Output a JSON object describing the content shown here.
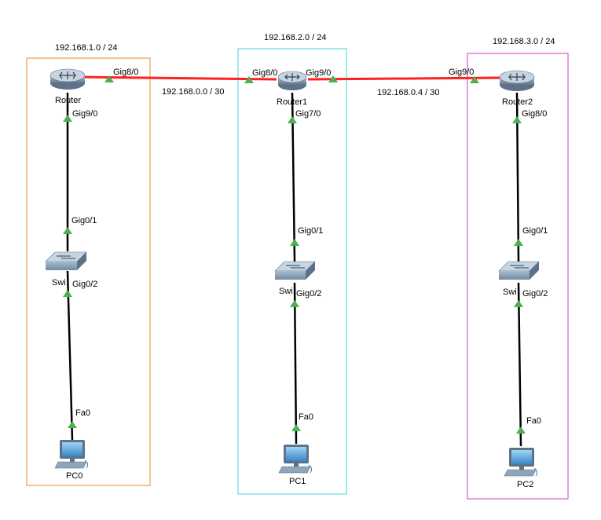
{
  "networks": {
    "lan_left": "192.168.1.0 / 24",
    "lan_mid": "192.168.2.0 / 24",
    "lan_right": "192.168.3.0 / 24",
    "wan_left": "192.168.0.0 / 30",
    "wan_right": "192.168.0.4 / 30"
  },
  "devices": {
    "router0": "Router",
    "router1": "Router1",
    "router2": "Router2",
    "switch0": "Swi",
    "switch1": "Swi",
    "switch2": "Swi",
    "pc0": "PC0",
    "pc1": "PC1",
    "pc2": "PC2"
  },
  "ports": {
    "r0_gig80": "Gig8/0",
    "r0_gig90": "Gig9/0",
    "r1_gig80": "Gig8/0",
    "r1_gig90": "Gig9/0",
    "r1_gig70": "Gig7/0",
    "r2_gig90": "Gig9/0",
    "r2_gig80": "Gig8/0",
    "s0_gig01": "Gig0/1",
    "s0_gig02": "Gig0/2",
    "s1_gig01": "Gig0/1",
    "s1_gig02": "Gig0/2",
    "s2_gig01": "Gig0/1",
    "s2_gig02": "Gig0/2",
    "pc0_fa0": "Fa0",
    "pc1_fa0": "Fa0",
    "pc2_fa0": "Fa0"
  },
  "colors": {
    "area_left": "#e8a04a",
    "area_mid": "#5fd8e0",
    "area_right": "#d35ad3",
    "wan_link": "#ff2020",
    "lan_link": "#000000",
    "link_up": "#4caf50"
  }
}
